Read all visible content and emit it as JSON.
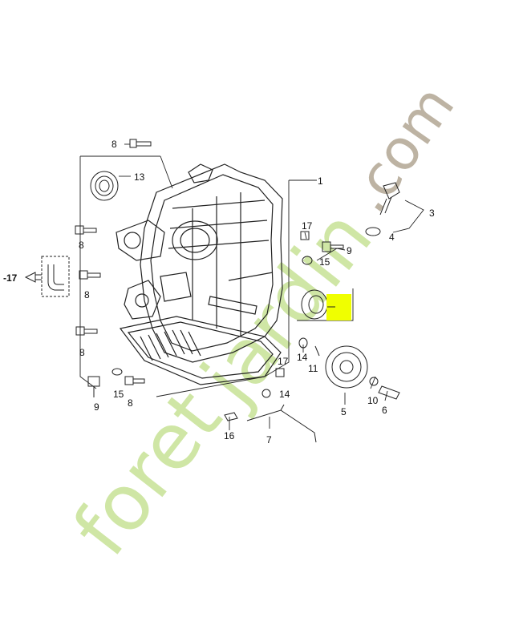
{
  "labels": {
    "l1": "1",
    "l3": "3",
    "l4": "4",
    "l5": "5",
    "l6": "6",
    "l7": "7",
    "l8a": "8",
    "l8b": "8",
    "l8c": "8",
    "l8d": "8",
    "l8e": "8",
    "l9a": "9",
    "l9b": "9",
    "l10": "10",
    "l11": "11",
    "l13": "13",
    "l14a": "14",
    "l14b": "14",
    "l15a": "15",
    "l15b": "15",
    "l16": "16",
    "l17a": "17",
    "l17b": "17",
    "ref": "-17"
  },
  "watermark": {
    "brand_a": "foret",
    "brand_b": "jardin",
    "brand_c": ".com"
  },
  "colors": {
    "highlight": "#f0ff00",
    "line": "#222222",
    "watermark_gray": "#bdb3a3",
    "watermark_green": "#cfe6a5",
    "watermark_orange": "#f3c785"
  }
}
